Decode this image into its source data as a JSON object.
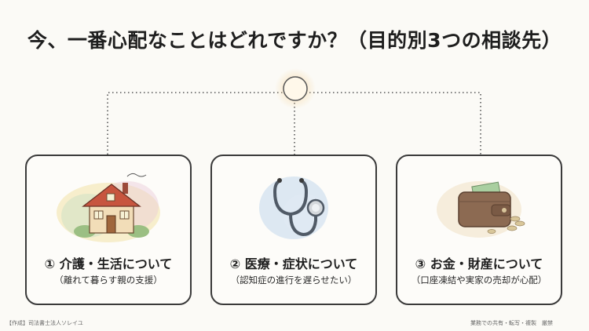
{
  "title": "今、一番心配なことはどれですか？（目的別3つの相談先）",
  "cards": [
    {
      "title": "① 介護・生活について",
      "subtitle": "（離れて暮らす親の支援）",
      "icon": "house-icon"
    },
    {
      "title": "② 医療・症状について",
      "subtitle": "（認知症の進行を遅らせたい）",
      "icon": "stethoscope-icon"
    },
    {
      "title": "③ お金・財産について",
      "subtitle": "（口座凍結や実家の売却が心配）",
      "icon": "wallet-icon"
    }
  ],
  "footer": {
    "left": "【作成】司法書士法人ソレイユ",
    "right": "業務での共有・転写・複製　厳禁"
  }
}
